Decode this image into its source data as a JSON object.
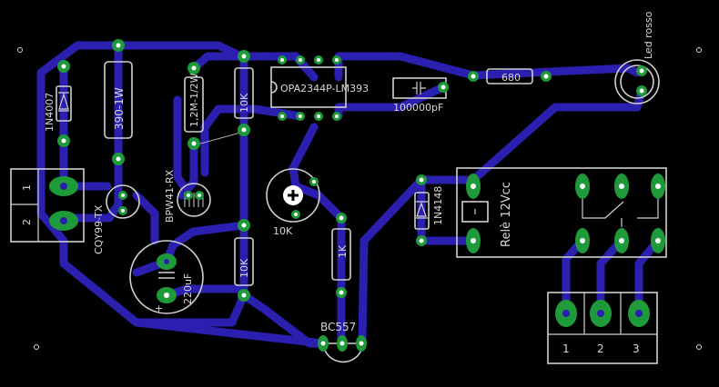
{
  "labels": {
    "d1": "1N4007",
    "r_power": "390-1W",
    "r_12m": "1,2M-1/2W",
    "r_10k_top": "10K",
    "ic": "OPA2344P-LM393",
    "cap_small": "100000pF",
    "r_680": "680",
    "led": "Led rosso",
    "conn_in_pin1": "1",
    "conn_in_pin2": "2",
    "tx": "CQY99-TX",
    "rx": "BPW41-RX",
    "trimmer": "10K",
    "d2": "1N4148",
    "relay": "Relè 12Vcc",
    "r_10k_mid": "10K",
    "r_1k": "1K",
    "cap_elec": "220uF",
    "cap_plus": "+",
    "transistor": "BC557",
    "conn_out_pin1": "1",
    "conn_out_pin2": "2",
    "conn_out_pin3": "3"
  },
  "colors": {
    "background": "#000000",
    "trace": "#2b1fb0",
    "pad": "#1e9a3a",
    "silkscreen": "#cfcfcf"
  }
}
